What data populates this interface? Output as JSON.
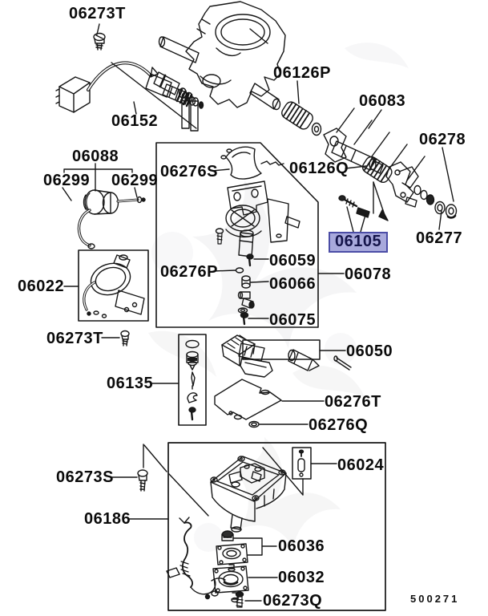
{
  "diagram": {
    "kind": "parts-catalog-exploded-diagram",
    "drawing_code": "500271",
    "highlighted_part": "06105",
    "colors": {
      "background": "#ffffff",
      "line": "#161616",
      "watermark": "#e4e4e7",
      "highlight_fill": "#a8a9dc",
      "highlight_border": "#4b4da6",
      "highlight_text": "#14144a"
    },
    "labels": [
      {
        "text": "06273T"
      },
      {
        "text": "06152"
      },
      {
        "text": "06126P"
      },
      {
        "text": "06083"
      },
      {
        "text": "06278"
      },
      {
        "text": "06126Q"
      },
      {
        "text": "06105",
        "highlighted": true
      },
      {
        "text": "06277"
      },
      {
        "text": "06088"
      },
      {
        "text": "06299"
      },
      {
        "text": "06299"
      },
      {
        "text": "06276S"
      },
      {
        "text": "06022"
      },
      {
        "text": "06276P"
      },
      {
        "text": "06059"
      },
      {
        "text": "06066"
      },
      {
        "text": "06078"
      },
      {
        "text": "06075"
      },
      {
        "text": "06273T"
      },
      {
        "text": "06050"
      },
      {
        "text": "06135"
      },
      {
        "text": "06276T"
      },
      {
        "text": "06276Q"
      },
      {
        "text": "06273S"
      },
      {
        "text": "06024"
      },
      {
        "text": "06186"
      },
      {
        "text": "06036"
      },
      {
        "text": "06032"
      },
      {
        "text": "06273Q"
      }
    ]
  }
}
